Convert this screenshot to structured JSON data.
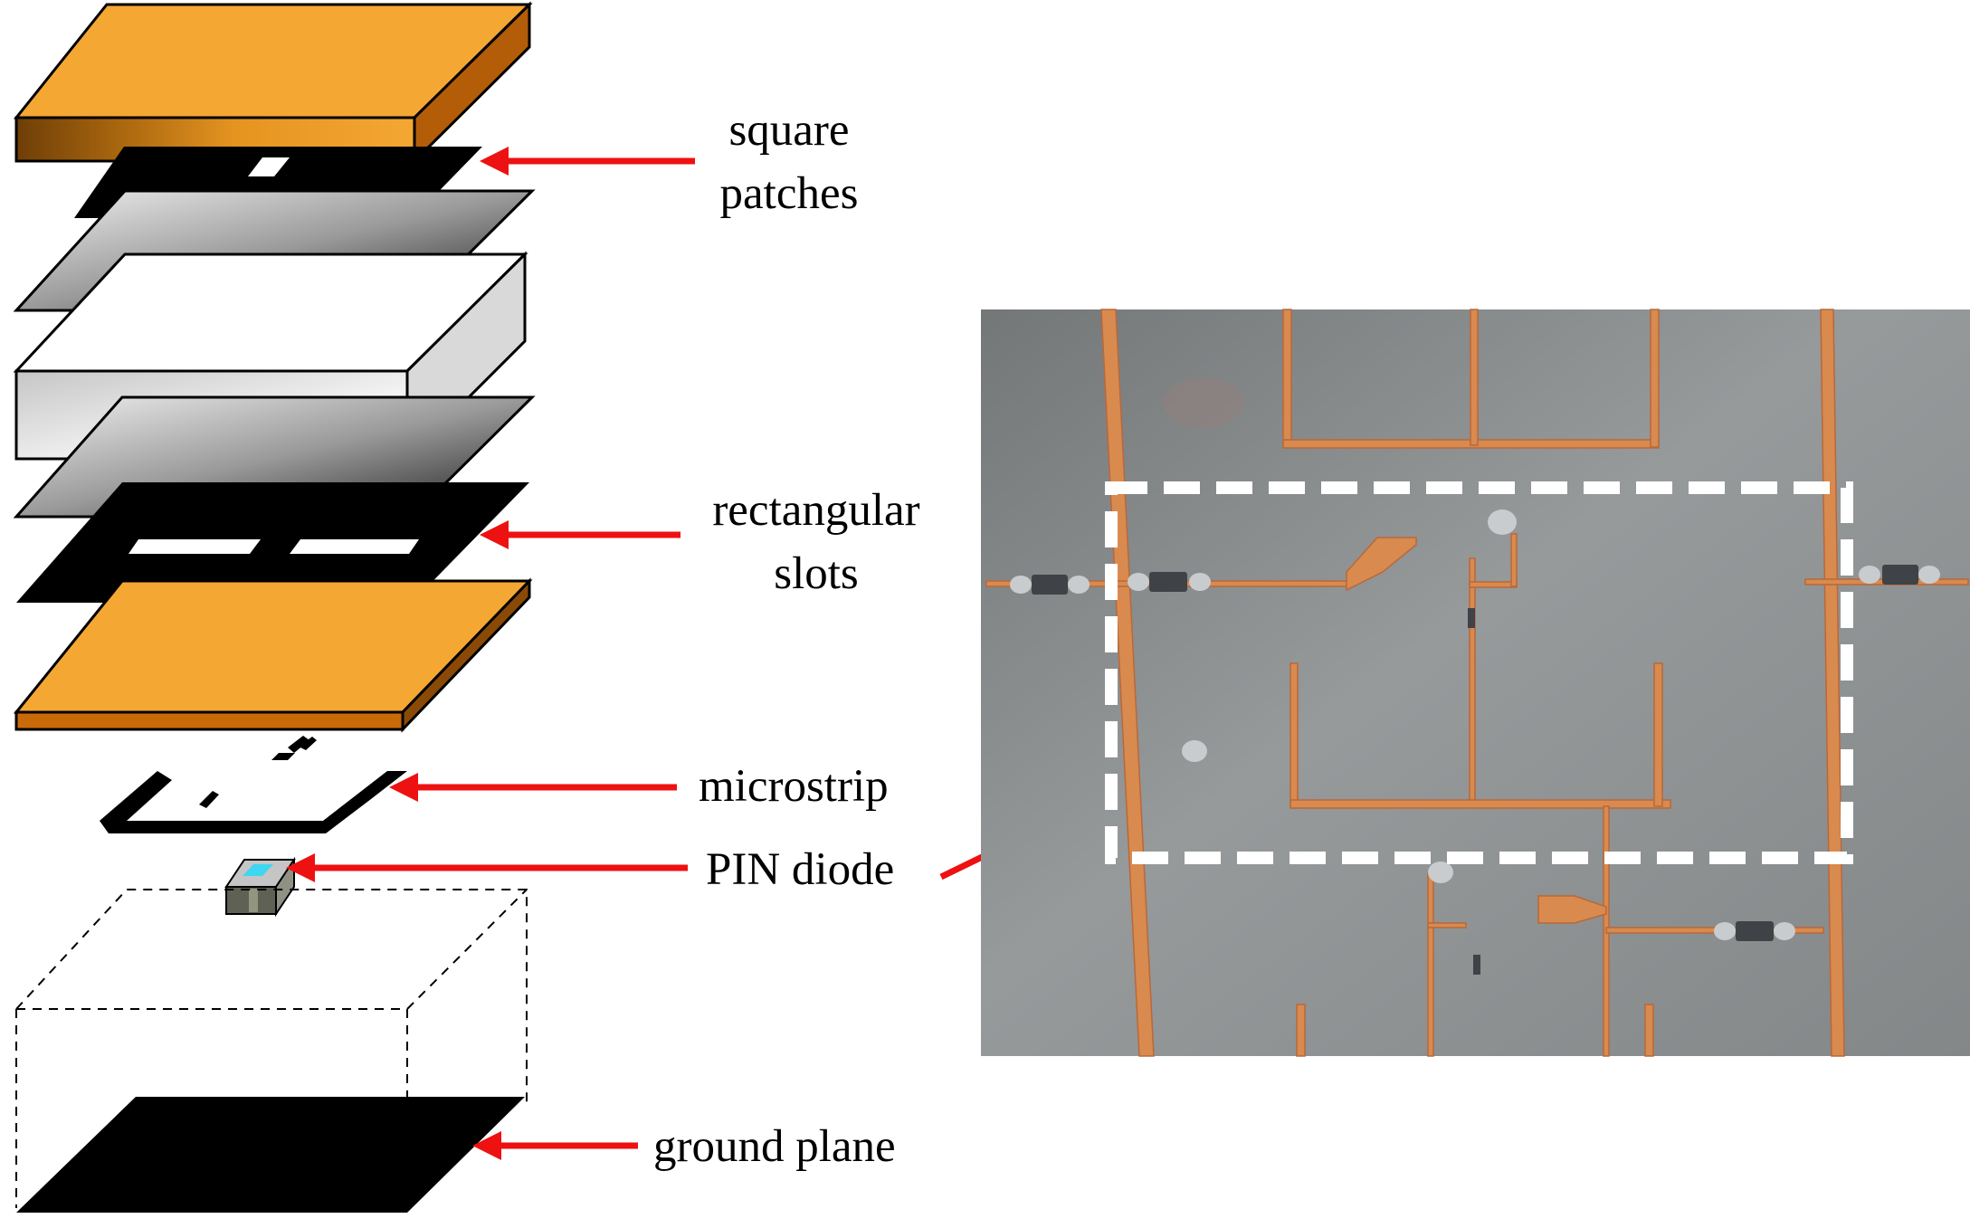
{
  "labels": {
    "square_patches": [
      "square",
      "patches"
    ],
    "rectangular_slots": [
      "rectangular",
      "slots"
    ],
    "microstrip": "microstrip",
    "pin_diode": "PIN diode",
    "ground_plane": "ground plane"
  },
  "colors": {
    "patch_orange": "#F5A733",
    "patch_dark": "#C96A08",
    "arrow_red": "#EE1111",
    "black": "#000000",
    "photo_board": "#8A8F90",
    "copper": "#D88A4F",
    "dashed_box": "#FFFFFF",
    "diode_cyan": "#3FD6F2"
  }
}
